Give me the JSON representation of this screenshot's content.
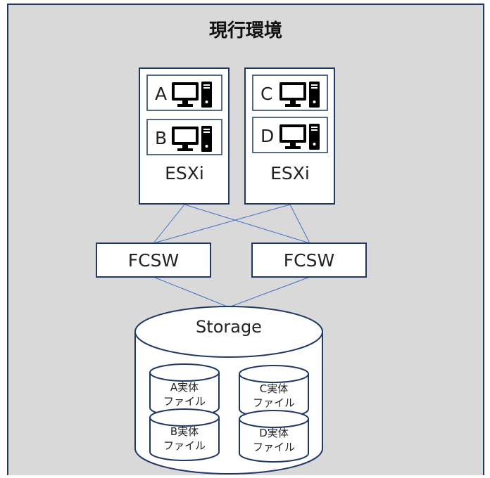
{
  "title": "現行環境",
  "esxi_hosts": [
    {
      "label": "ESXi",
      "vms": [
        "A",
        "B"
      ]
    },
    {
      "label": "ESXi",
      "vms": [
        "C",
        "D"
      ]
    }
  ],
  "switches": [
    "FCSW",
    "FCSW"
  ],
  "storage": {
    "label": "Storage",
    "files": [
      {
        "line1": "A実体",
        "line2": "ファイル"
      },
      {
        "line1": "B実体",
        "line2": "ファイル"
      },
      {
        "line1": "C実体",
        "line2": "ファイル"
      },
      {
        "line1": "D実体",
        "line2": "ファイル"
      }
    ]
  },
  "icons": {
    "vm": "desktop-computer-icon"
  },
  "colors": {
    "panel_bg": "#d9d9d9",
    "border": "#1f3864",
    "link": "#4472c4",
    "box_fill": "#ffffff"
  }
}
